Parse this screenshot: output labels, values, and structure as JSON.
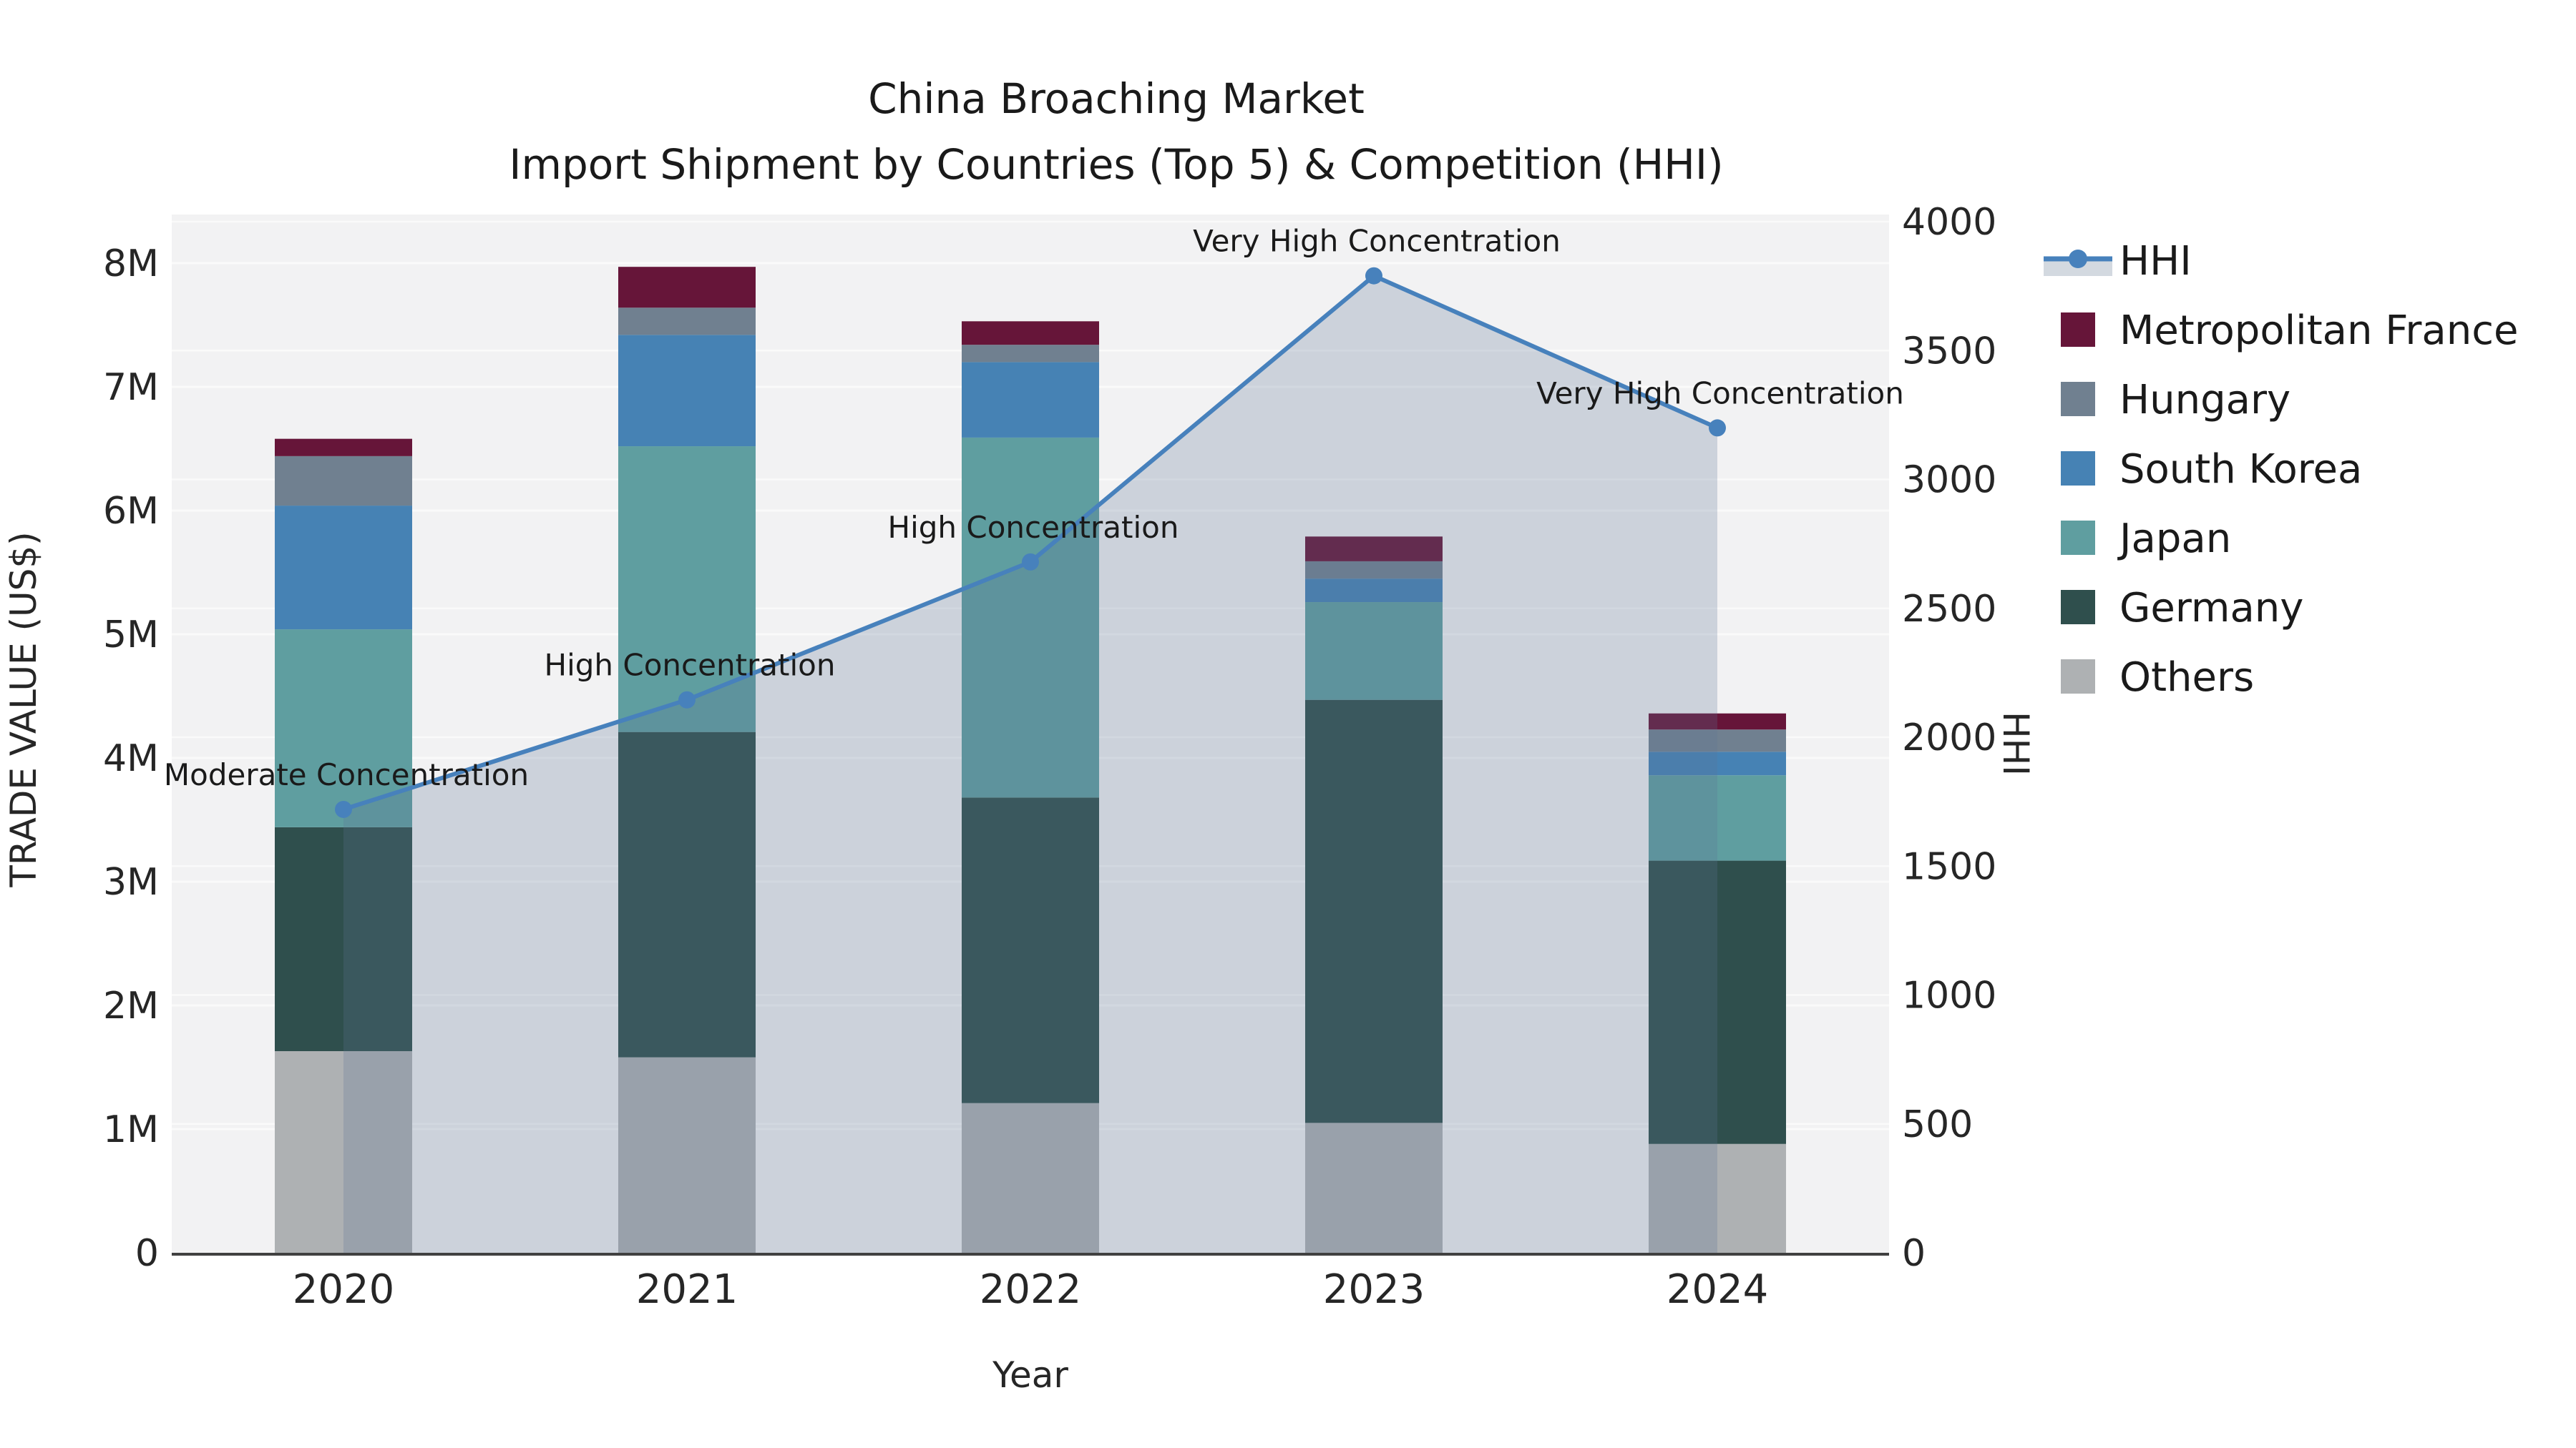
{
  "chart_data": {
    "type": "combo-stacked-bar-line",
    "title_lines": [
      "China Broaching Market",
      "Import Shipment by Countries (Top 5) & Competition (HHI)"
    ],
    "xlabel": "Year",
    "ylabel_left": "TRADE VALUE (US$)",
    "ylabel_right": "HHI",
    "unit": "USD millions",
    "categories": [
      "2020",
      "2021",
      "2022",
      "2023",
      "2024"
    ],
    "y_left_ticks": [
      "0",
      "1M",
      "2M",
      "3M",
      "4M",
      "5M",
      "6M",
      "7M",
      "8M"
    ],
    "y_right_ticks": [
      "0",
      "500",
      "1000",
      "1500",
      "2000",
      "2500",
      "3000",
      "3500",
      "4000"
    ],
    "y_left_tick_step_musd": 1,
    "y_right_max": 4000,
    "grid": true,
    "legend_position": "right",
    "series": [
      {
        "name": "Others",
        "color": "#aeb1b3",
        "values_musd": [
          1.63,
          1.58,
          1.21,
          1.05,
          0.88
        ]
      },
      {
        "name": "Germany",
        "color": "#2f4f4d",
        "values_musd": [
          1.81,
          2.63,
          2.47,
          3.42,
          2.29
        ]
      },
      {
        "name": "Japan",
        "color": "#5f9ea0",
        "values_musd": [
          1.6,
          2.31,
          2.91,
          0.79,
          0.69
        ]
      },
      {
        "name": "South Korea",
        "color": "#4682b4",
        "values_musd": [
          1.0,
          0.9,
          0.61,
          0.19,
          0.19
        ]
      },
      {
        "name": "Hungary",
        "color": "#708090",
        "values_musd": [
          0.4,
          0.22,
          0.14,
          0.14,
          0.18
        ]
      },
      {
        "name": "Metropolitan France",
        "color": "#661539",
        "values_musd": [
          0.14,
          0.33,
          0.19,
          0.2,
          0.13
        ]
      }
    ],
    "bar_totals_musd": [
      6.58,
      7.97,
      7.53,
      5.79,
      4.36
    ],
    "hhi": {
      "name": "HHI",
      "line_color": "#4781bc",
      "fill_color": "rgba(92,114,148,0.25)",
      "legend_band_color": "#d3d9e0",
      "values": [
        1720,
        2145,
        2680,
        3790,
        3200
      ],
      "annotations": [
        "Moderate Concentration",
        "High Concentration",
        "High Concentration",
        "Very High Concentration",
        "Very High Concentration"
      ]
    },
    "legend_items": [
      "HHI",
      "Metropolitan France",
      "Hungary",
      "South Korea",
      "Japan",
      "Germany",
      "Others"
    ],
    "colors": {
      "plot_bg": "#f2f2f3",
      "grid_line": "#fafafa",
      "text": "#262626",
      "spine": "#404040"
    }
  }
}
